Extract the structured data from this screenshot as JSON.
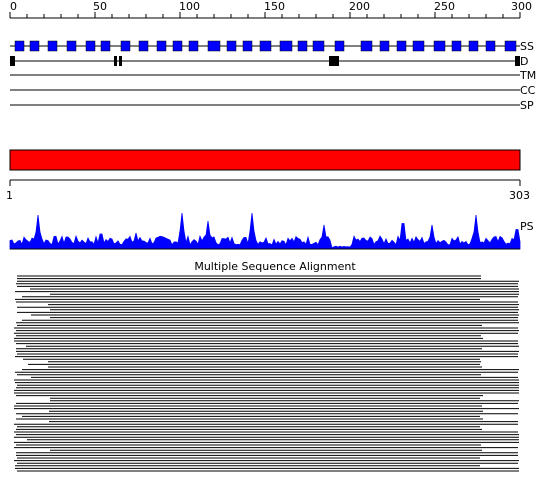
{
  "ruler": {
    "ticks": [
      "0",
      "50",
      "100",
      "150",
      "200",
      "250",
      "300"
    ],
    "max": 300
  },
  "tracks": {
    "ss_label": "SS",
    "d_label": "D",
    "tm_label": "TM",
    "cc_label": "CC",
    "sp_label": "SP"
  },
  "coverage": {
    "start": "1",
    "end": "303",
    "color": "#ff0000"
  },
  "ps": {
    "label": "PS",
    "color": "#0000ff"
  },
  "msa": {
    "title": "Multiple Sequence Alignment"
  },
  "colors": {
    "ss_box": "#0000ff",
    "d_box": "#000000"
  }
}
